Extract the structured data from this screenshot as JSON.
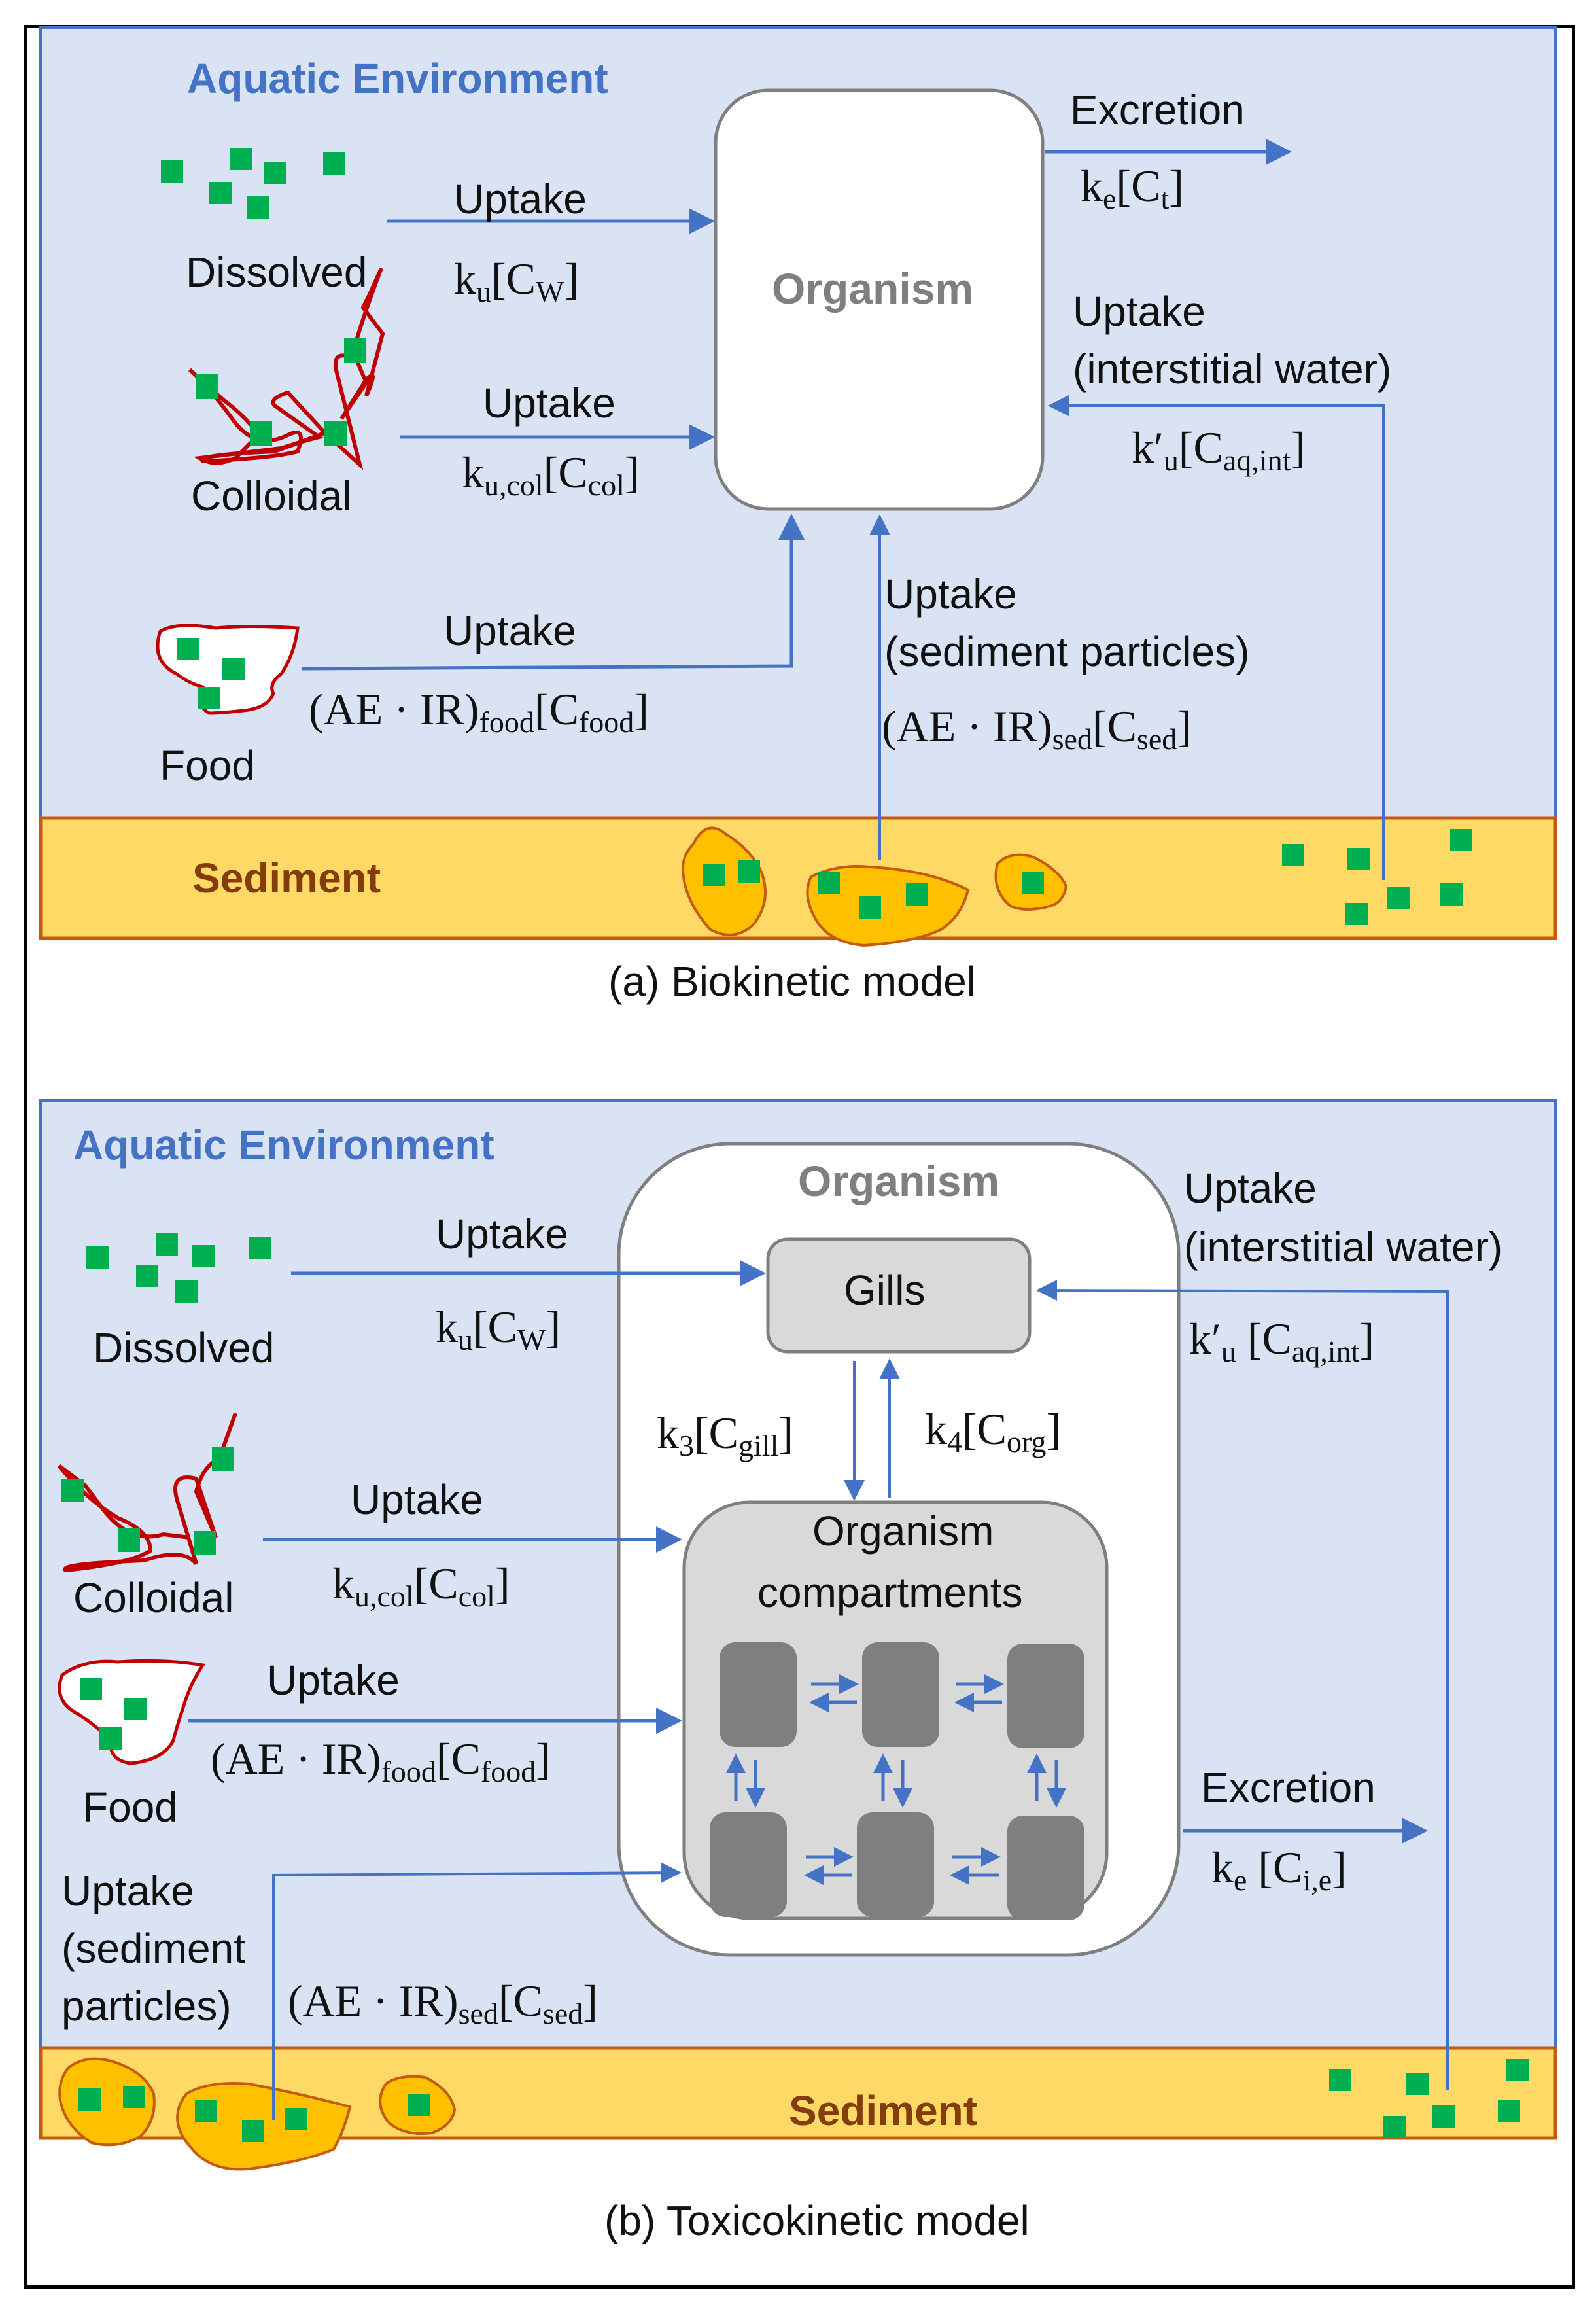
{
  "panel_a": {
    "caption": "(a) Biokinetic model",
    "environment_label": "Aquatic Environment",
    "organism_label": "Organism",
    "sediment_label": "Sediment",
    "sources": {
      "dissolved": "Dissolved",
      "colloidal": "Colloidal",
      "food": "Food"
    },
    "fluxes": {
      "dissolved": {
        "label": "Uptake",
        "rate_k": "k",
        "rate_k_sub": "u",
        "conc": "C",
        "conc_sub": "W"
      },
      "colloidal": {
        "label": "Uptake",
        "rate_k": "k",
        "rate_k_sub": "u,col",
        "conc": "C",
        "conc_sub": "col"
      },
      "food": {
        "label": "Uptake",
        "rate_k": "(AE · IR)",
        "rate_k_sub": "food",
        "conc": "C",
        "conc_sub": "food"
      },
      "sediment": {
        "label_line1": "Uptake",
        "label_line2": "(sediment particles)",
        "rate_k": "(AE · IR)",
        "rate_k_sub": "sed",
        "conc": "C",
        "conc_sub": "sed"
      },
      "interstitial": {
        "label_line1": "Uptake",
        "label_line2": "(interstitial water)",
        "rate_k": "k′",
        "rate_k_sub": "u",
        "conc": "C",
        "conc_sub": "aq,int"
      },
      "excretion": {
        "label": "Excretion",
        "rate_k": "k",
        "rate_k_sub": "e",
        "conc": "C",
        "conc_sub": "t"
      }
    }
  },
  "panel_b": {
    "caption": "(b) Toxicokinetic model",
    "environment_label": "Aquatic Environment",
    "organism_label": "Organism",
    "gills_label": "Gills",
    "compartments_label_line1": "Organism",
    "compartments_label_line2": "compartments",
    "sediment_label": "Sediment",
    "sources": {
      "dissolved": "Dissolved",
      "colloidal": "Colloidal",
      "food": "Food"
    },
    "fluxes": {
      "dissolved": {
        "label": "Uptake",
        "rate_k": "k",
        "rate_k_sub": "u",
        "conc": "C",
        "conc_sub": "W"
      },
      "colloidal": {
        "label": "Uptake",
        "rate_k": "k",
        "rate_k_sub": "u,col",
        "conc": "C",
        "conc_sub": "col"
      },
      "food": {
        "label": "Uptake",
        "rate_k": "(AE · IR)",
        "rate_k_sub": "food",
        "conc": "C",
        "conc_sub": "food"
      },
      "sediment": {
        "label_line1": "Uptake",
        "label_line2": "(sediment",
        "label_line3": "particles)",
        "rate_k": "(AE · IR)",
        "rate_k_sub": "sed",
        "conc": "C",
        "conc_sub": "sed"
      },
      "interstitial": {
        "label_line1": "Uptake",
        "label_line2": "(interstitial water)",
        "rate_k": "k′",
        "rate_k_sub": "u",
        "conc": "C",
        "conc_sub": "aq,int"
      },
      "gill_to_org": {
        "rate_k": "k",
        "rate_k_sub": "3",
        "conc": "C",
        "conc_sub": "gill"
      },
      "org_to_gill": {
        "rate_k": "k",
        "rate_k_sub": "4",
        "conc": "C",
        "conc_sub": "org"
      },
      "excretion": {
        "label": "Excretion",
        "rate_k": "k",
        "rate_k_sub": "e",
        "conc": "C",
        "conc_sub": "i,e"
      }
    }
  },
  "colors": {
    "environment_fill": "#dae3f3",
    "environment_border": "#4472c4",
    "arrow": "#4472c4",
    "sediment_fill": "#ffd966",
    "sediment_border": "#c55a11",
    "particle_fill": "#ffc000",
    "chemical": "#00b050",
    "colloid_line": "#c00000",
    "organism_border": "#7f7f7f",
    "compartment_fill": "#d9d9d9",
    "subcompartment_fill": "#7f7f7f"
  }
}
